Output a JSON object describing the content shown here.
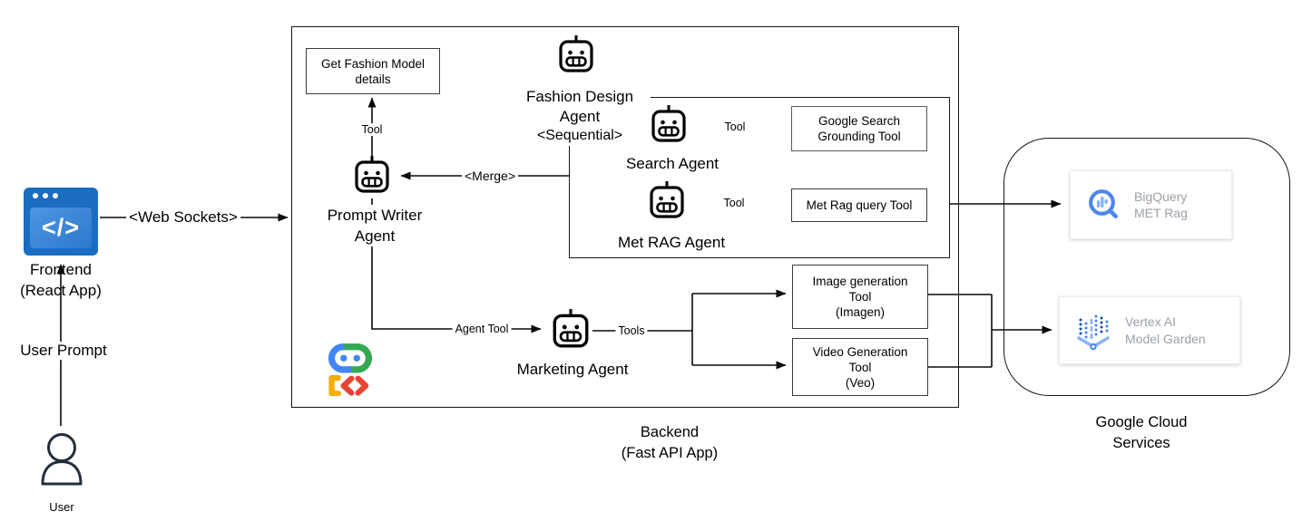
{
  "colors": {
    "frontend_blue": "#1a6dc0",
    "frontend_inner_blue": "#3f89da",
    "adk_green": "#34A853",
    "adk_blue": "#4285F4",
    "adk_yellow": "#F9AB00",
    "adk_red": "#EA4335",
    "bigquery_blue": "#4f86ec",
    "card_text_gray": "#9aa0a6",
    "line_black": "#0a0a0a"
  },
  "frontend": {
    "icon": "browser-code-icon",
    "glyph": "</>",
    "lines": [
      "Frontend",
      "(React App)"
    ]
  },
  "user": {
    "icon": "person-icon",
    "prompt": "User Prompt",
    "label": "User"
  },
  "connections": {
    "web_sockets": "<Web Sockets>",
    "merge": "<Merge>",
    "tool_up": "Tool",
    "tool_search": "Tool",
    "tool_metrag": "Tool",
    "agent_tool": "Agent Tool",
    "tools": "Tools"
  },
  "backend": {
    "title_lines": [
      "Backend",
      "(Fast API App)"
    ],
    "get_fashion_box_lines": [
      "Get Fashion Model",
      "details"
    ],
    "fashion_design_lines": [
      "Fashion Design",
      "Agent",
      "<Sequential>"
    ],
    "prompt_writer_lines": [
      "Prompt Writer",
      "Agent"
    ],
    "search_agent": "Search Agent",
    "google_search_box_lines": [
      "Google Search",
      "Grounding Tool"
    ],
    "met_rag_agent": "Met RAG Agent",
    "met_rag_box": "Met Rag query Tool",
    "marketing_agent": "Marketing Agent",
    "image_box_lines": [
      "Image generation",
      "Tool",
      "(Imagen)"
    ],
    "video_box_lines": [
      "Video Generation",
      "Tool",
      "(Veo)"
    ],
    "adk_logo": "adk-logo",
    "robot_icon": "robot-agent-icon"
  },
  "gcs": {
    "title_lines": [
      "Google Cloud",
      "Services"
    ],
    "bigquery": {
      "icon": "bigquery-icon",
      "lines": [
        "BigQuery",
        "MET Rag"
      ]
    },
    "vertex": {
      "icon": "vertex-ai-icon",
      "lines": [
        "Vertex AI",
        "Model Garden"
      ]
    }
  }
}
